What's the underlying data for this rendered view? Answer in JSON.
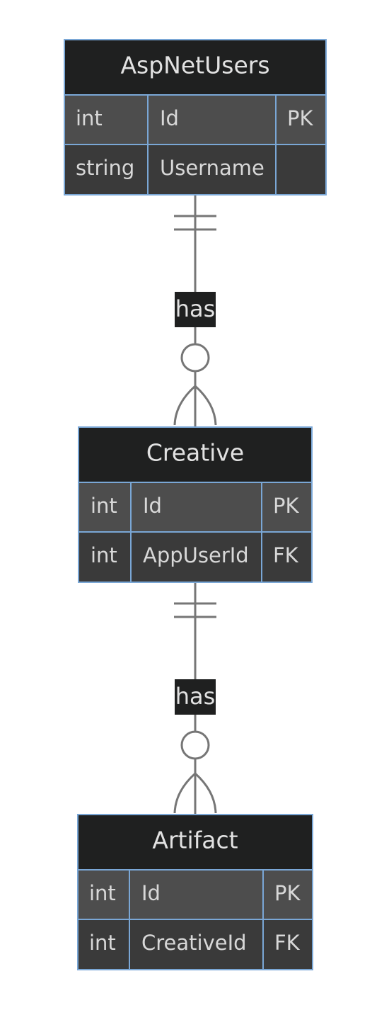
{
  "entities": [
    {
      "name": "AspNetUsers",
      "rows": [
        {
          "type": "int",
          "name": "Id",
          "key": "PK"
        },
        {
          "type": "string",
          "name": "Username",
          "key": ""
        }
      ]
    },
    {
      "name": "Creative",
      "rows": [
        {
          "type": "int",
          "name": "Id",
          "key": "PK"
        },
        {
          "type": "int",
          "name": "AppUserId",
          "key": "FK"
        }
      ]
    },
    {
      "name": "Artifact",
      "rows": [
        {
          "type": "int",
          "name": "Id",
          "key": "PK"
        },
        {
          "type": "int",
          "name": "CreativeId",
          "key": "FK"
        }
      ]
    }
  ],
  "relationships": [
    {
      "from": "AspNetUsers",
      "to": "Creative",
      "label": "has",
      "from_cardinality": "exactly-one",
      "to_cardinality": "zero-or-more"
    },
    {
      "from": "Creative",
      "to": "Artifact",
      "label": "has",
      "from_cardinality": "exactly-one",
      "to_cardinality": "zero-or-more"
    }
  ],
  "colors": {
    "header_fill": "#1f2020",
    "row_odd_fill": "#4d4d4d",
    "row_even_fill": "#3a3a3a",
    "border": "#7aa7d6",
    "line": "#767676",
    "label_bg": "#1f2020",
    "background": "#ffffff"
  }
}
